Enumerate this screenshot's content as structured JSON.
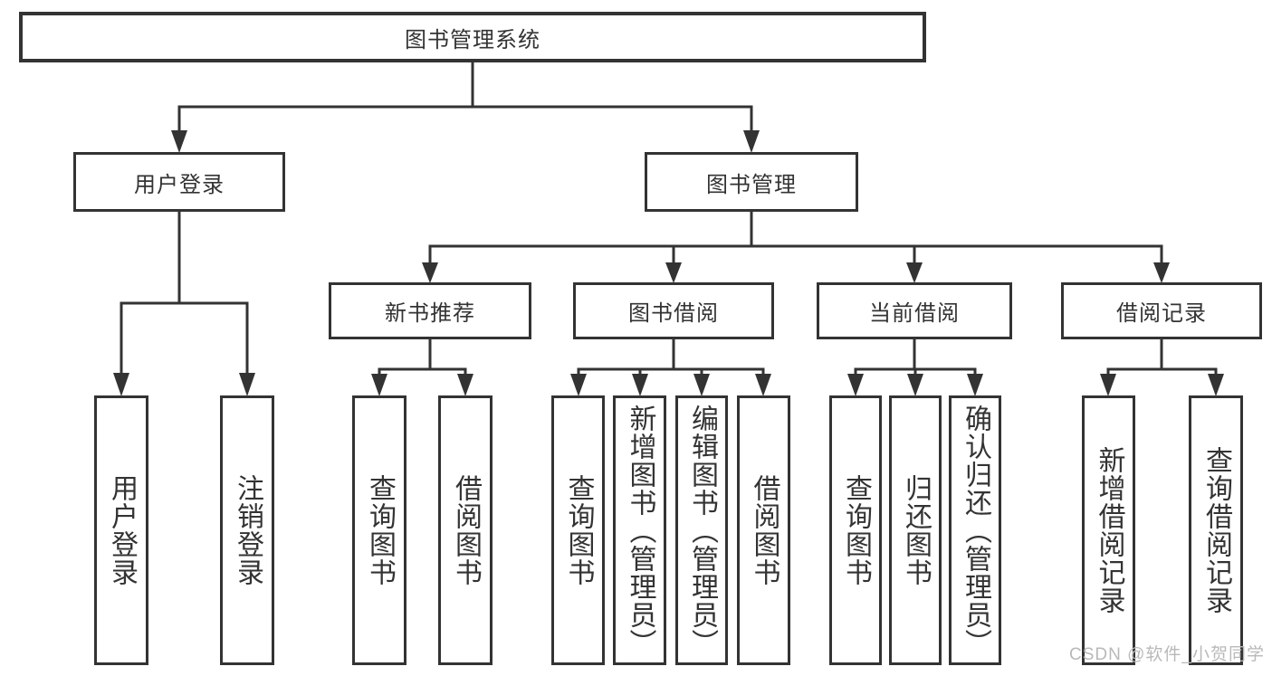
{
  "diagram_title": "图书管理系统",
  "watermark": "CSDN @软件_小贺同学",
  "colors": {
    "line": "#333333",
    "text": "#333333",
    "box_background": "#ffffff",
    "page_background": "#ffffff",
    "watermark": "#b9b9b9"
  },
  "nodes": {
    "root": "图书管理系统",
    "user_login": "用户登录",
    "book_mgmt": "图书管理",
    "new_book_rec": "新书推荐",
    "book_borrow": "图书借阅",
    "current_borrow": "当前借阅",
    "borrow_records": "借阅记录",
    "user_login_leaf": "用户登录",
    "logout_leaf": "注销登录",
    "query_book_rec": "查询图书",
    "borrow_book_rec": "借阅图书",
    "query_book_borrow": "查询图书",
    "add_book_admin": "新增图书（管理员）",
    "edit_book_admin": "编辑图书（管理员）",
    "borrow_book_leaf": "借阅图书",
    "query_book_current": "查询图书",
    "return_book": "归还图书",
    "confirm_return_admin": "确认归还（管理员）",
    "add_borrow_record": "新增借阅记录",
    "query_borrow_record": "查询借阅记录"
  },
  "hierarchy": {
    "图书管理系统": {
      "用户登录": [
        "用户登录",
        "注销登录"
      ],
      "图书管理": {
        "新书推荐": [
          "查询图书",
          "借阅图书"
        ],
        "图书借阅": [
          "查询图书",
          "新增图书（管理员）",
          "编辑图书（管理员）",
          "借阅图书"
        ],
        "当前借阅": [
          "查询图书",
          "归还图书",
          "确认归还（管理员）"
        ],
        "借阅记录": [
          "新增借阅记录",
          "查询借阅记录"
        ]
      }
    }
  }
}
